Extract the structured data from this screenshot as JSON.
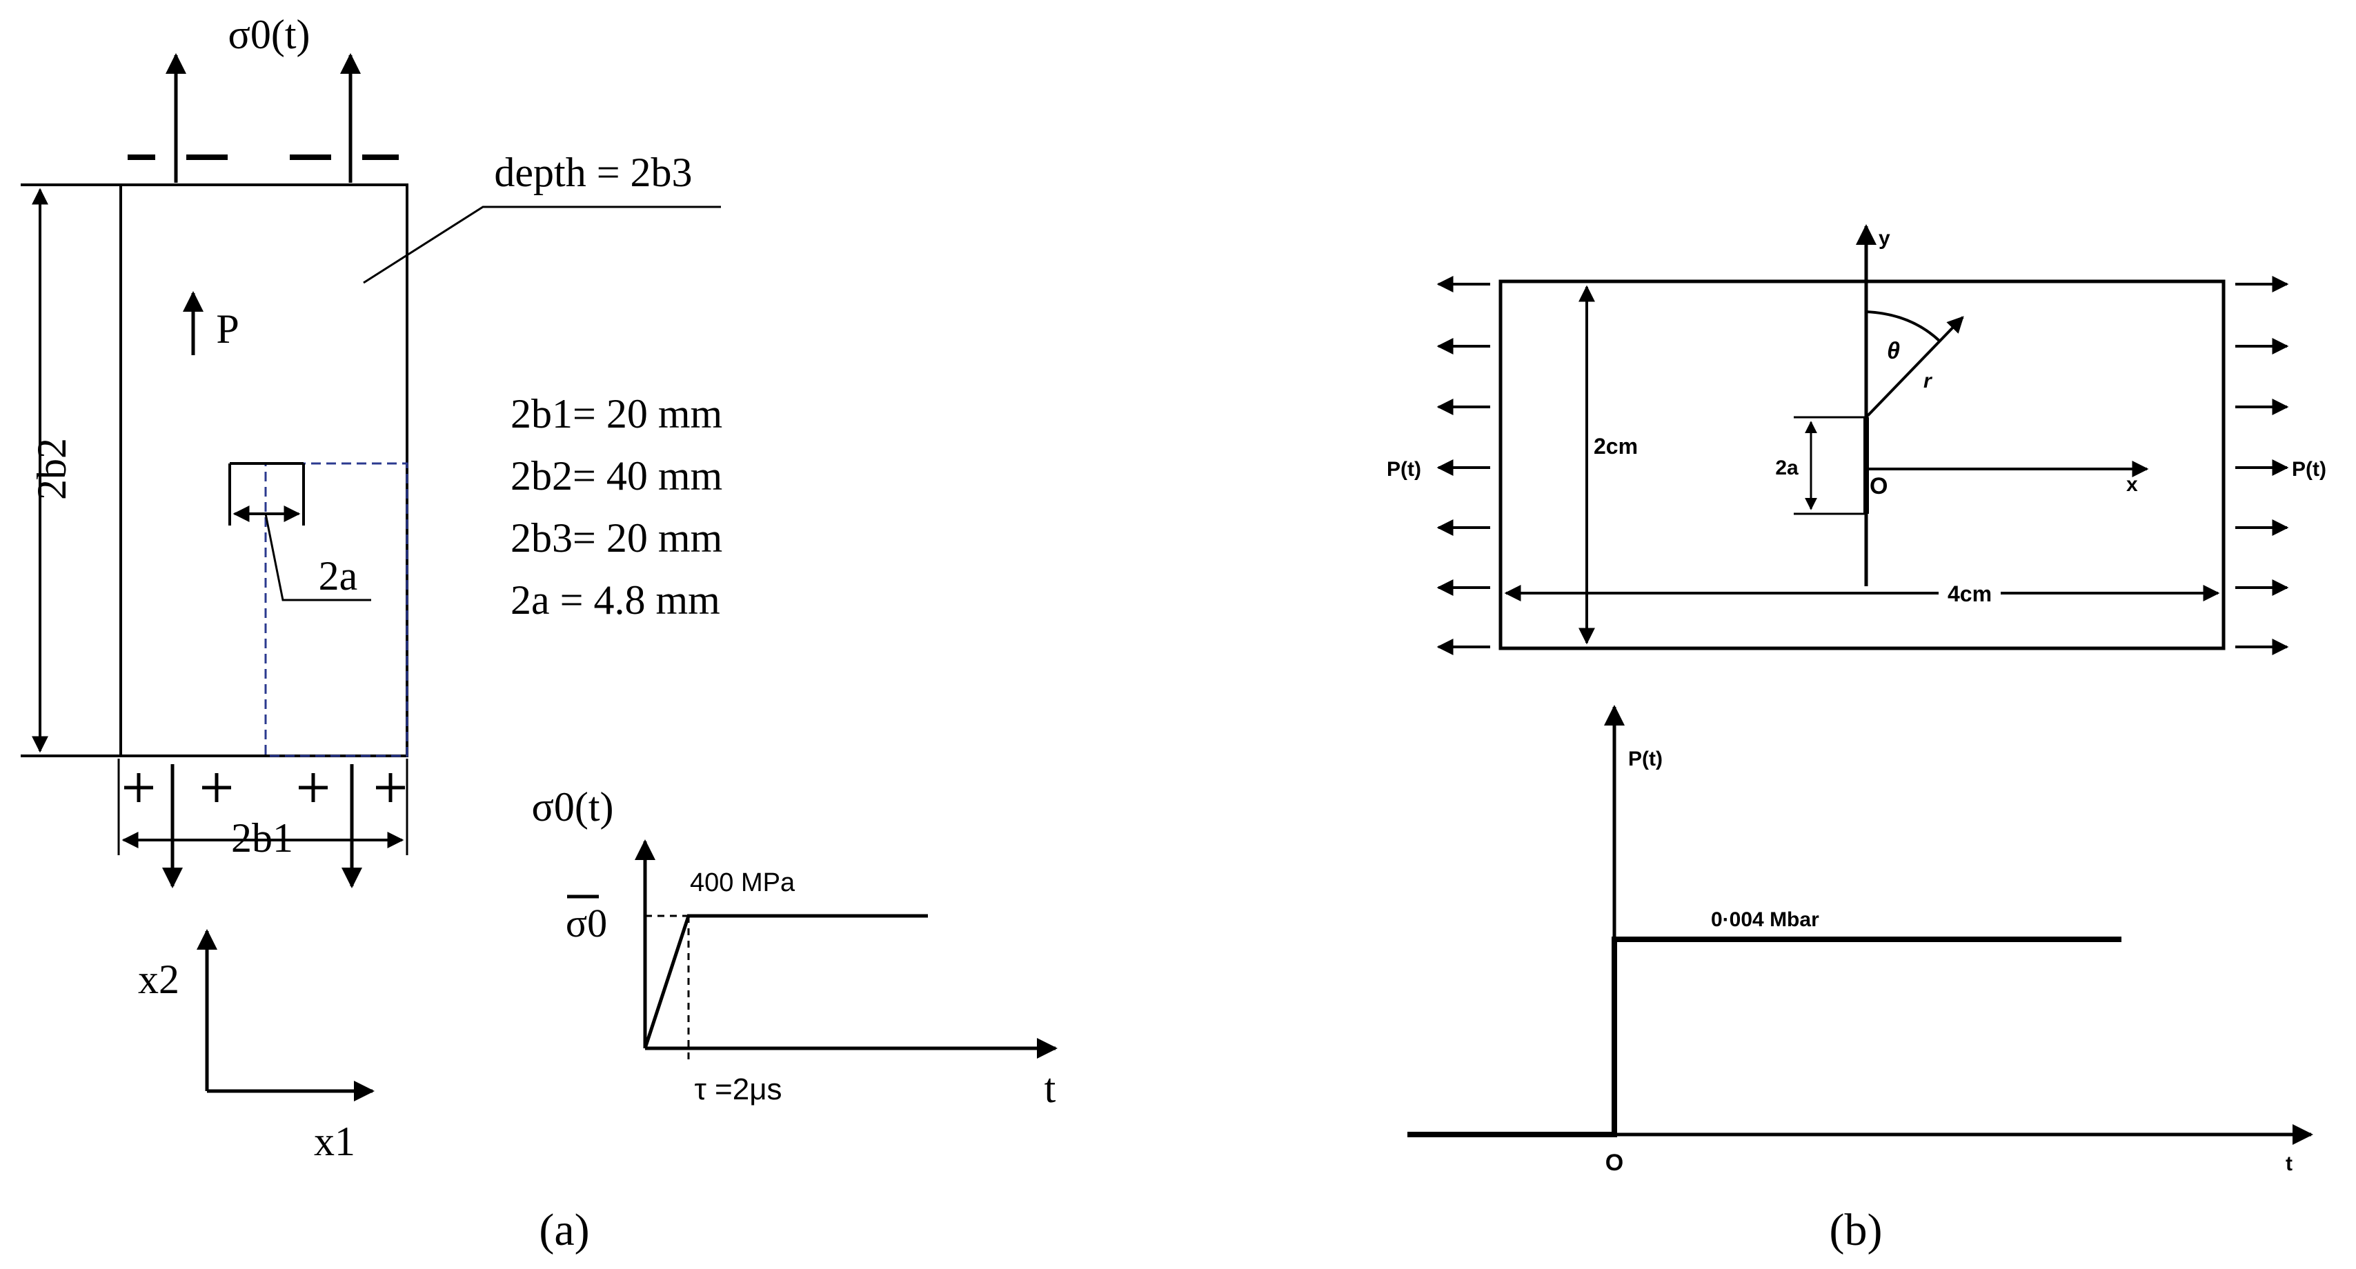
{
  "panel_a": {
    "sigma_top": "σ0(t)",
    "depth_label": "depth = 2b3",
    "load_label": "P",
    "height_label": "2b2",
    "crack_label": "2a",
    "width_label": "2b1",
    "params": [
      "2b1= 20 mm",
      "2b2= 40 mm",
      "2b3= 20 mm",
      "2a = 4.8 mm"
    ],
    "axis_x2": "x2",
    "axis_x1": "x1",
    "graph": {
      "y_label": "σ0(t)",
      "sigma_bar": "σ0",
      "level_label": "400 MPa",
      "tau_label": "τ =2μs",
      "t_label": "t"
    },
    "caption": "(a)"
  },
  "panel_b": {
    "y_label": "y",
    "x_label": "x",
    "theta_label": "θ",
    "r_label": "r",
    "origin_label": "O",
    "height_dim": "2cm",
    "crack_dim": "2a",
    "width_dim": "4cm",
    "load_left": "P(t)",
    "load_right": "P(t)",
    "graph": {
      "y_label": "P(t)",
      "level_label": "0·004 Mbar",
      "origin_label": "O",
      "t_label": "t"
    },
    "caption": "(b)"
  }
}
